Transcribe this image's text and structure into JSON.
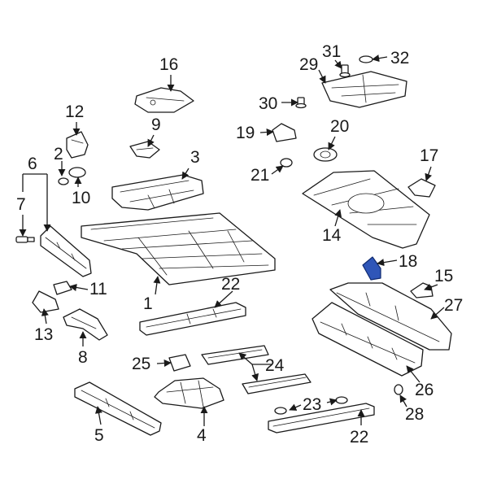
{
  "diagram": {
    "highlight_color": "#2f56b8",
    "callouts": [
      {
        "key": "c1",
        "label": "1"
      },
      {
        "key": "c2",
        "label": "2"
      },
      {
        "key": "c3",
        "label": "3"
      },
      {
        "key": "c4",
        "label": "4"
      },
      {
        "key": "c5",
        "label": "5"
      },
      {
        "key": "c6",
        "label": "6"
      },
      {
        "key": "c7",
        "label": "7"
      },
      {
        "key": "c8",
        "label": "8"
      },
      {
        "key": "c9",
        "label": "9"
      },
      {
        "key": "c10",
        "label": "10"
      },
      {
        "key": "c11",
        "label": "11"
      },
      {
        "key": "c12",
        "label": "12"
      },
      {
        "key": "c13",
        "label": "13"
      },
      {
        "key": "c14",
        "label": "14"
      },
      {
        "key": "c15",
        "label": "15"
      },
      {
        "key": "c16",
        "label": "16"
      },
      {
        "key": "c17",
        "label": "17"
      },
      {
        "key": "c18",
        "label": "18"
      },
      {
        "key": "c19",
        "label": "19"
      },
      {
        "key": "c20",
        "label": "20"
      },
      {
        "key": "c21",
        "label": "21"
      },
      {
        "key": "c22a",
        "label": "22"
      },
      {
        "key": "c22b",
        "label": "22"
      },
      {
        "key": "c23",
        "label": "23"
      },
      {
        "key": "c24",
        "label": "24"
      },
      {
        "key": "c25",
        "label": "25"
      },
      {
        "key": "c26",
        "label": "26"
      },
      {
        "key": "c27",
        "label": "27"
      },
      {
        "key": "c28",
        "label": "28"
      },
      {
        "key": "c29",
        "label": "29"
      },
      {
        "key": "c30",
        "label": "30"
      },
      {
        "key": "c31",
        "label": "31"
      },
      {
        "key": "c32",
        "label": "32"
      }
    ]
  }
}
